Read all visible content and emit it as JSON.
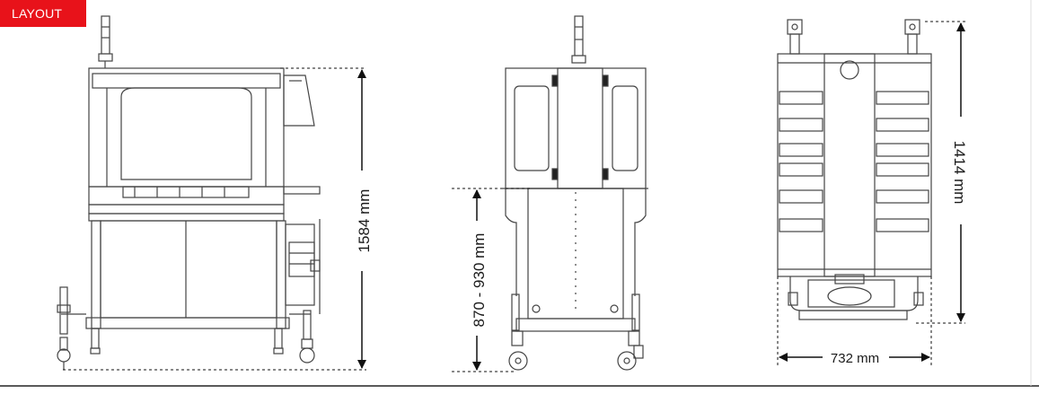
{
  "header": {
    "badge_label": "LAYOUT"
  },
  "views": {
    "side": {
      "height_label": "1584 mm"
    },
    "front": {
      "table_height_label": "870 - 930 mm"
    },
    "top": {
      "length_label": "1414 mm",
      "width_label": "732 mm"
    }
  },
  "colors": {
    "badge": "#e8121a",
    "line": "#333333",
    "dim_line": "#111111"
  }
}
